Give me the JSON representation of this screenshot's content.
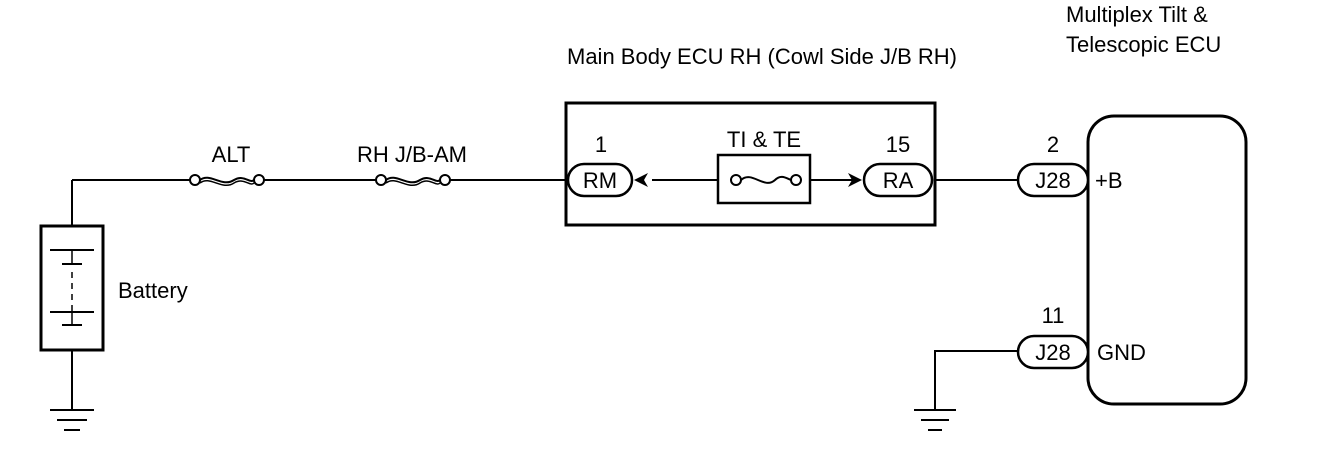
{
  "ecu_label": "Main Body ECU RH (Cowl Side J/B RH)",
  "multiplex_label": [
    "Multiplex Tilt &",
    "Telescopic ECU"
  ],
  "battery_label": "Battery",
  "fuses": {
    "alt": "ALT",
    "rh_jb_am": "RH J/B-AM",
    "ti_te": "TI & TE"
  },
  "connectors": {
    "rm": {
      "pin": "1",
      "name": "RM"
    },
    "ra": {
      "pin": "15",
      "name": "RA"
    },
    "j28_b": {
      "pin": "2",
      "name": "J28",
      "signal": "+B"
    },
    "j28_gnd": {
      "pin": "11",
      "name": "J28",
      "signal": "GND"
    }
  }
}
